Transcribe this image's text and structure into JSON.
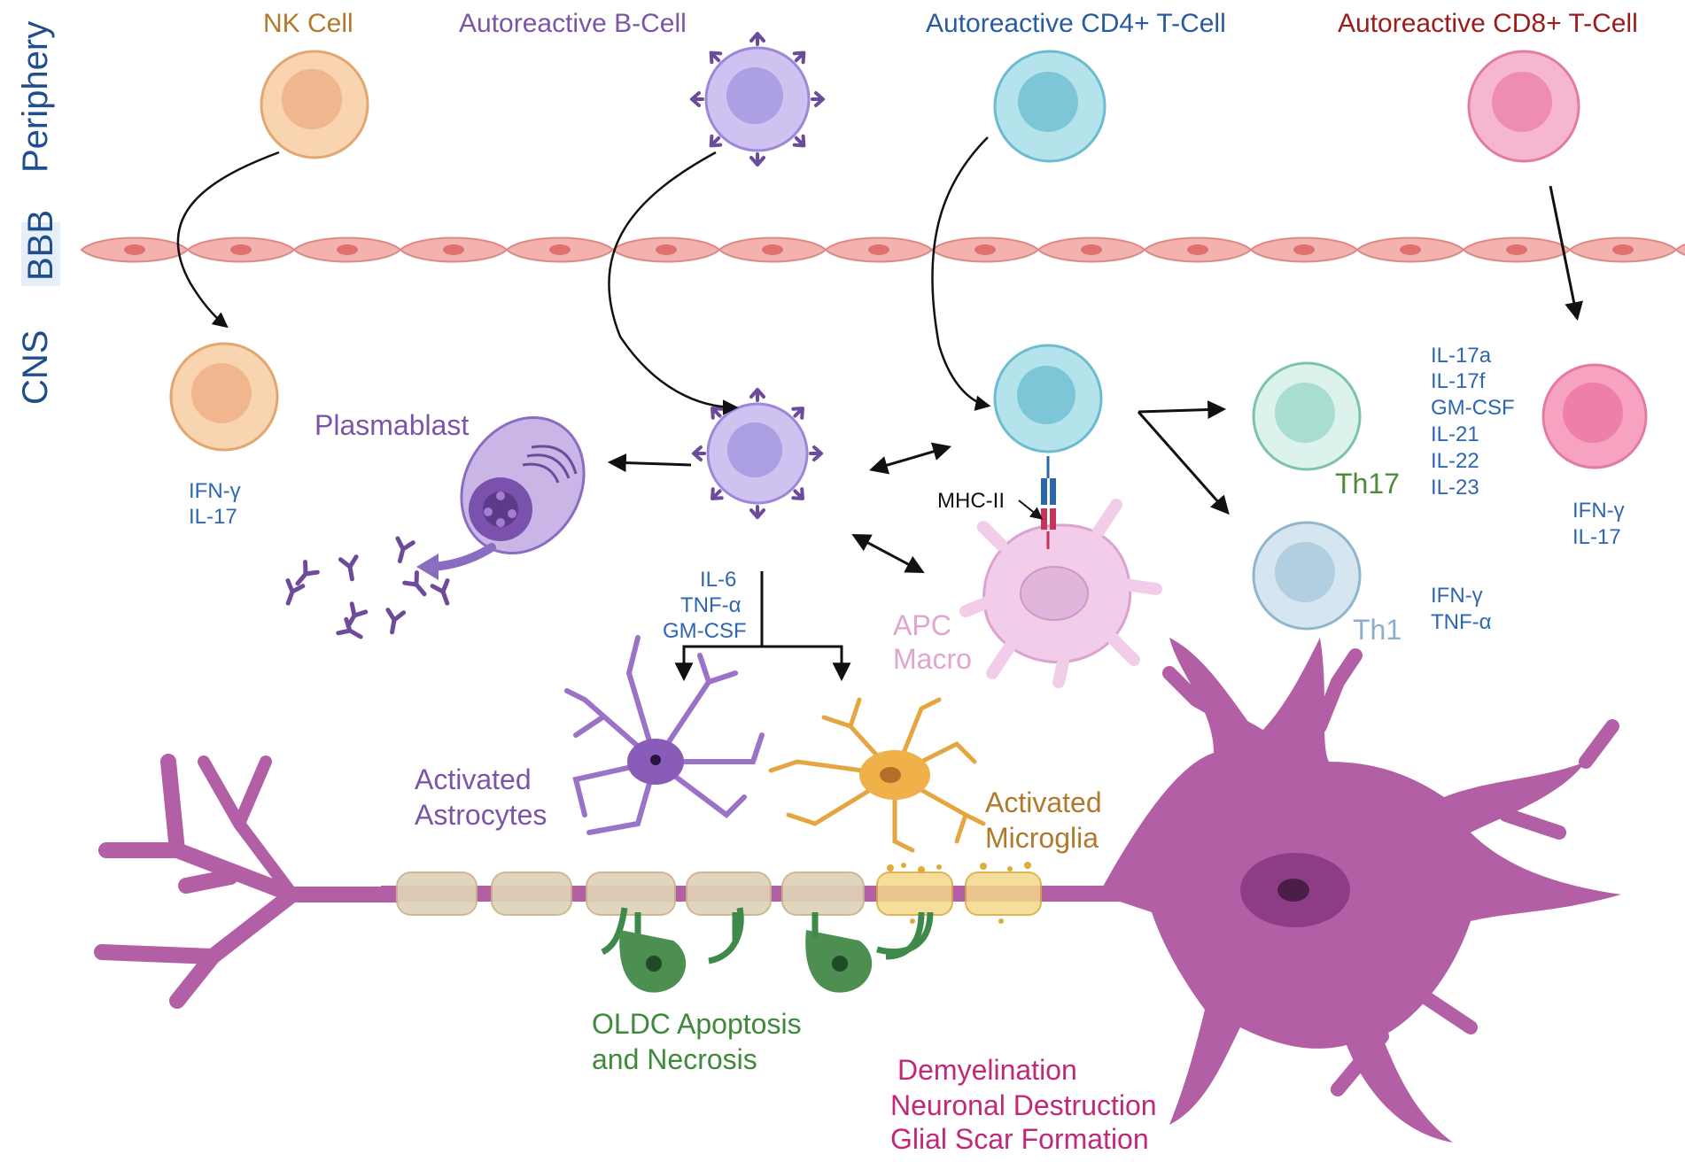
{
  "compartments": {
    "periphery": "Periphery",
    "bbb": "BBB",
    "cns": "CNS"
  },
  "cells": {
    "nk": "NK Cell",
    "b_cell": "Autoreactive B-Cell",
    "cd4": "Autoreactive CD4+ T-Cell",
    "cd8": "Autoreactive CD8+ T-Cell",
    "plasmablast": "Plasmablast",
    "th17": "Th17",
    "th1": "Th1",
    "apc_line1": "APC",
    "apc_line2": "Macro",
    "mhc": "MHC-II",
    "astro_line1": "Activated",
    "astro_line2": "Astrocytes",
    "micro_line1": "Activated",
    "micro_line2": "Microglia",
    "oldc_line1": "OLDC Apoptosis",
    "oldc_line2": "and Necrosis"
  },
  "cytokines": {
    "nk": [
      "IFN-γ",
      "IL-17"
    ],
    "b_cell": [
      "IL-6",
      "TNF-α",
      "GM-CSF"
    ],
    "th17": [
      "IL-17a",
      "IL-17f",
      "GM-CSF",
      "IL-21",
      "IL-22",
      "IL-23"
    ],
    "th1": [
      "IFN-γ",
      "TNF-α"
    ],
    "cd8": [
      "IFN-γ",
      "IL-17"
    ]
  },
  "outcomes": [
    "Demyelination",
    "Neuronal Destruction",
    "Glial Scar Formation"
  ],
  "colors": {
    "nk": "#b07a2c",
    "b_cell": "#7a55a8",
    "cd4": "#2a5aa0",
    "cd8": "#9b1c1c",
    "cytokine": "#2f66b0",
    "th17": "#4f8a3a",
    "th1": "#8eaed0",
    "apc": "#e0a6cf",
    "astro": "#7a55a8",
    "micro": "#b07a2c",
    "oldc": "#3f8a3a",
    "outcome": "#c0287a",
    "compartment": "#1f4e8c",
    "neuron": "#b35fa5",
    "bbb": "#f2b0ad"
  }
}
